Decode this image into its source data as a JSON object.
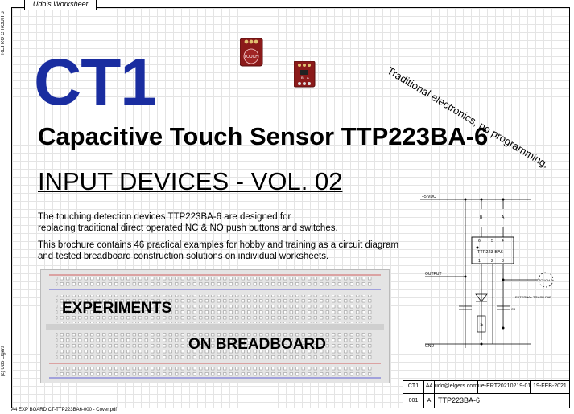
{
  "sheet": {
    "header_tab": "Udo's Worksheet",
    "side_top": "RETRO CIRCUITS",
    "side_bottom": "(c) Udo Elgers",
    "file_name": "A4 EXP BOARD CT-TTP223BA6-000 - Cover.pdf"
  },
  "cover": {
    "code": "CT1",
    "slogan": "Traditional electronics, no programming.",
    "title": "Capacitive Touch Sensor TTP223BA-6",
    "subtitle": "INPUT DEVICES - VOL. 02",
    "para1_line1": "The touching detection devices TTP223BA-6 are designed for",
    "para1_line2": "replacing traditional direct operated NC & NO push buttons and switches.",
    "para2_line1": "This brochure contains 46 practical examples for hobby and training as a circuit diagram",
    "para2_line2": "and tested breadboard construction solutions on individual worksheets.",
    "colors": {
      "code": "#1a2da0",
      "module": "#8b1a1a"
    }
  },
  "modules": {
    "touch_label": "TOUCH",
    "pin_b": "B",
    "pin_a": "A"
  },
  "breadboard": {
    "label_experiments": "EXPERIMENTS",
    "label_on": "ON BREADBOARD"
  },
  "schematic": {
    "vdc": "+5 VDC",
    "b_label": "B",
    "a_label": "A",
    "pin6": "6",
    "pin5": "5",
    "pin4": "4",
    "pin1": "1",
    "pin2": "2",
    "pin3": "3",
    "ic": "TTP223-BA6",
    "output": "OUTPUT",
    "touch": "TOUCH 2",
    "ext_pad": "EXTERNAL TOUCH PAD",
    "c3": "C3",
    "res": "1k",
    "gnd": "GND"
  },
  "title_block": {
    "code": "CT1",
    "format": "A4",
    "email": "udo@elgers.com",
    "doc_id": "ue-ERT20210219-01",
    "date": "19-FEB-2021",
    "sheet_no": "001",
    "rev": "A",
    "name": "TTP223BA-6"
  }
}
